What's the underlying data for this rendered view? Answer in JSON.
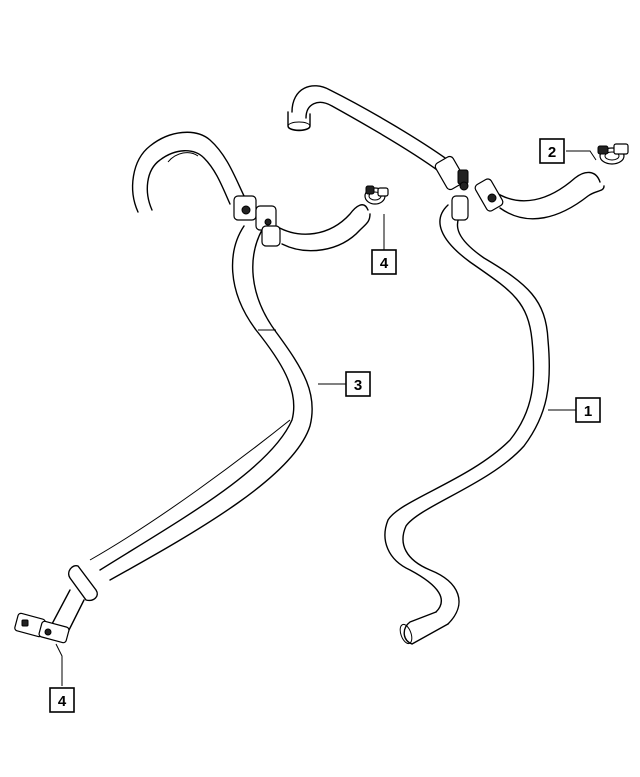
{
  "callouts": [
    {
      "id": "callout-1",
      "label": "1"
    },
    {
      "id": "callout-2",
      "label": "2"
    },
    {
      "id": "callout-3",
      "label": "3"
    },
    {
      "id": "callout-4-top",
      "label": "4"
    },
    {
      "id": "callout-4-bottom",
      "label": "4"
    }
  ]
}
